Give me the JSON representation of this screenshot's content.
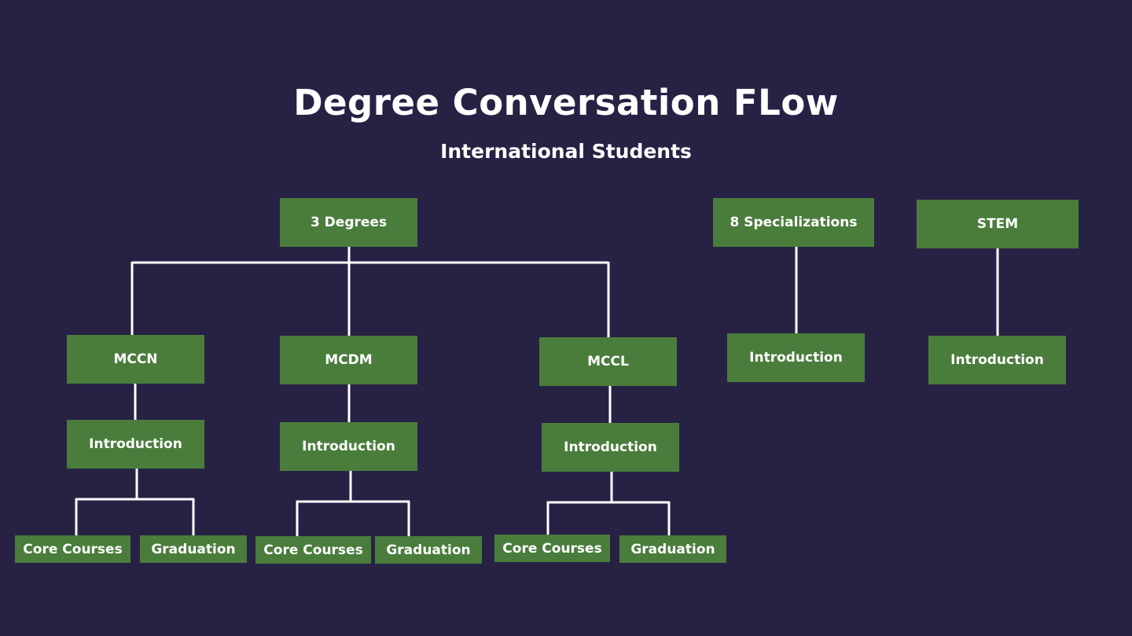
{
  "title": "Degree Conversation FLow",
  "subtitle": "International Students",
  "nodes": {
    "root": "3 Degrees",
    "specializations": "8 Specializations",
    "stem": "STEM",
    "mccn": "MCCN",
    "mcdm": "MCDM",
    "mccl": "MCCL",
    "spec_intro": "Introduction",
    "stem_intro": "Introduction",
    "mccn_intro": "Introduction",
    "mcdm_intro": "Introduction",
    "mccl_intro": "Introduction",
    "mccn_core": "Core Courses",
    "mccn_grad": "Graduation",
    "mcdm_core": "Core Courses",
    "mcdm_grad": "Graduation",
    "mccl_core": "Core Courses",
    "mccl_grad": "Graduation"
  },
  "colors": {
    "background": "#272244",
    "node_fill": "#4a7d3c",
    "connector": "#ffffff",
    "text": "#ffffff"
  }
}
